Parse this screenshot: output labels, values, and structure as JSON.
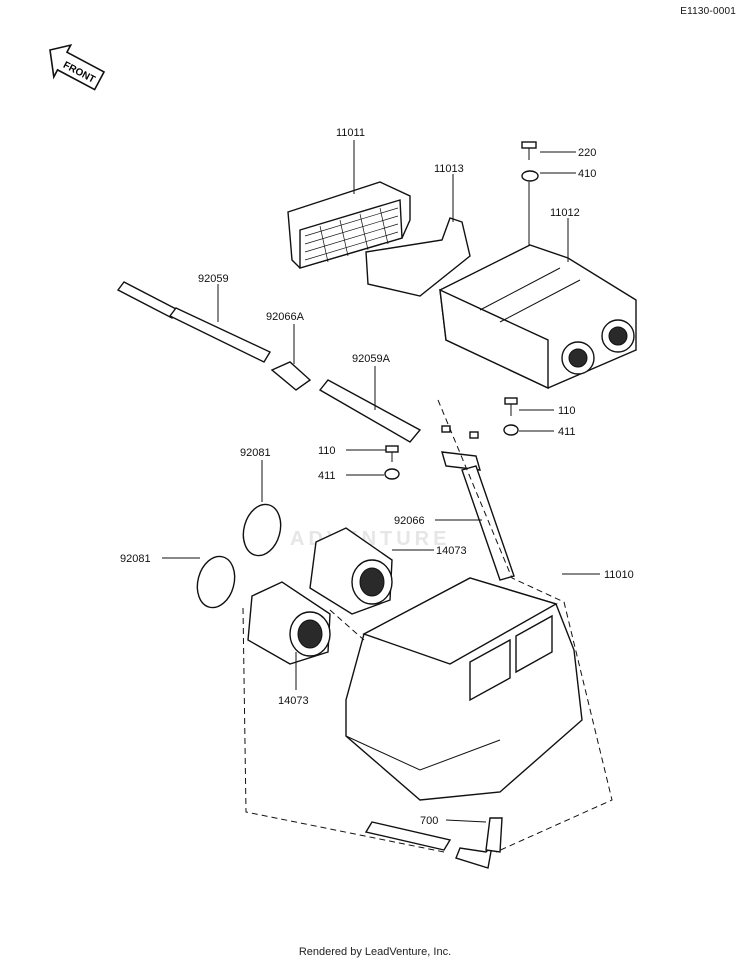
{
  "diagram_code": "E1130-0001",
  "direction_label": "FRONT",
  "footer_text": "Rendered by LeadVenture, Inc.",
  "watermark": "ADVENTURE",
  "part_labels": {
    "p11011": "11011",
    "p11013": "11013",
    "p11012": "11012",
    "p220": "220",
    "p410": "410",
    "p92059": "92059",
    "p92066A": "92066A",
    "p92059A": "92059A",
    "p110a": "110",
    "p411a": "411",
    "p110b": "110",
    "p411b": "411",
    "p92081a": "92081",
    "p92081b": "92081",
    "p14073a": "14073",
    "p14073b": "14073",
    "p92066": "92066",
    "p11010": "11010",
    "p700": "700"
  }
}
